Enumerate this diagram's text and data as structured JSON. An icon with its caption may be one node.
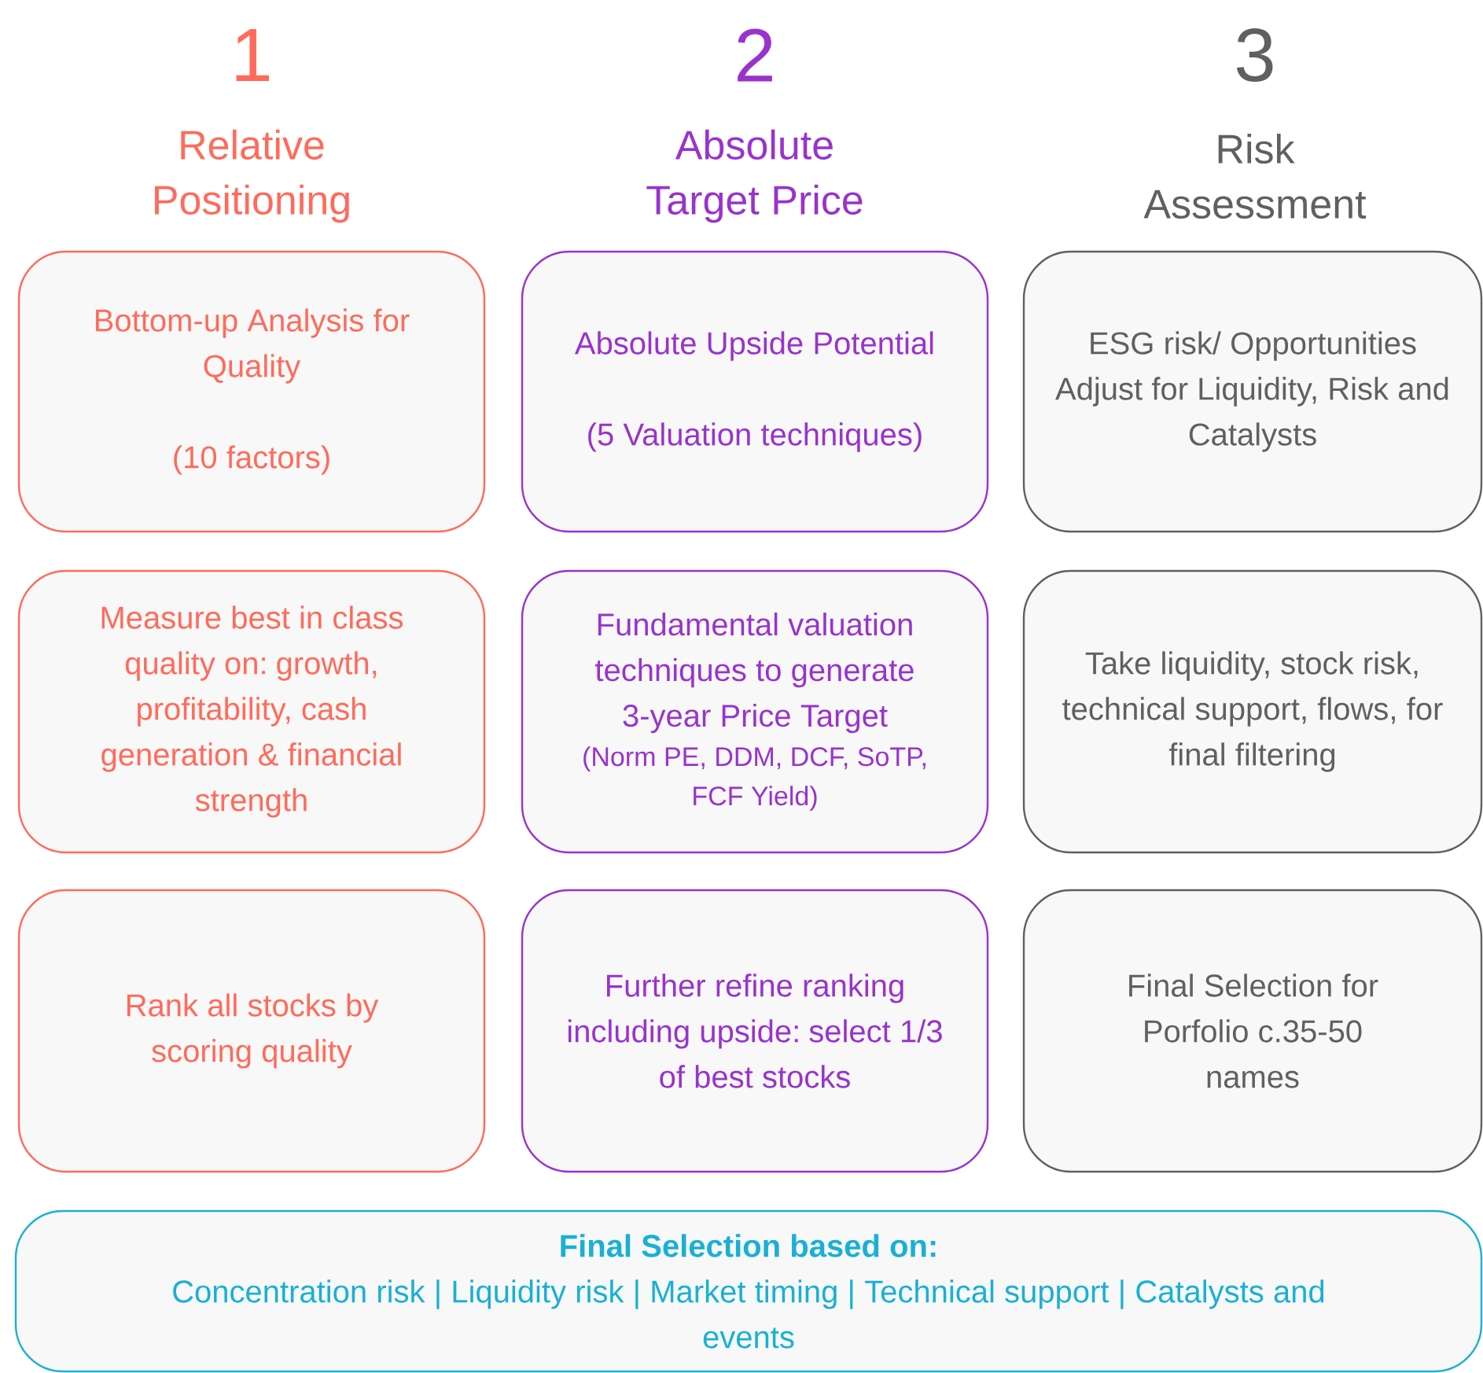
{
  "diagram": {
    "nodes": [
      {
        "text": [
          "Bottom-up Analysis for Quality",
          "(10 factors)"
        ]
      },
      {
        "text": [
          "Absolute Upside Potential",
          "(5 Valuation techniques)"
        ]
      },
      {
        "text": [
          "ESG risk/ Opportunities Adjust for Liquidity, Risk and Catalysts"
        ]
      },
      {
        "text": [
          "Measure best in class quality on: growth, profitability, cash generation & financial strength"
        ]
      },
      {
        "text": [
          "Fundamental valuation techniques to generate 3-year Price Target",
          "(Norm PE, DDM, DCF, SoTP, FCF Yield)"
        ]
      },
      {
        "text": [
          "Take liquidity, stock risk, technical support, flows, for final filtering"
        ]
      },
      {
        "text": [
          "Rank all stocks by scoring quality"
        ]
      },
      {
        "text": [
          "Further refine ranking including upside: select 1/3 of best stocks"
        ]
      },
      {
        "text": [
          "Final Selection for Porfolio c.35-50 names"
        ]
      },
      {
        "text": [
          "Final Selection based on:",
          "Concentration risk | Liquidity risk | Market timing | Technical support | Catalysts and events"
        ]
      }
    ],
    "labels": [
      "1",
      "2",
      "3",
      "Relative Positioning",
      "Absolute Target Price",
      "Risk Assessment"
    ]
  }
}
